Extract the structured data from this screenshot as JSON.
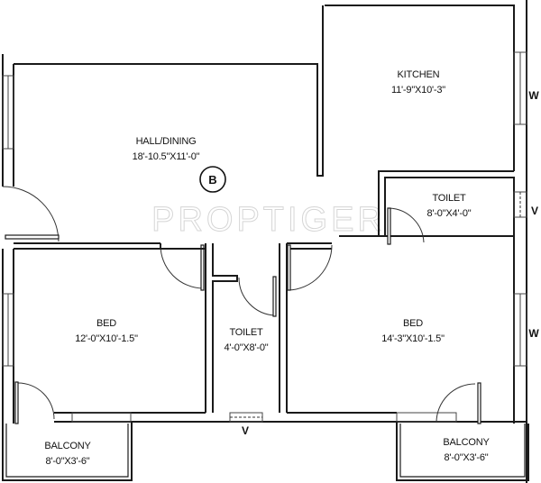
{
  "plan": {
    "watermark": "PROPTIGER",
    "unit_badge": "B",
    "rooms": [
      {
        "id": "hall",
        "name": "HALL/DINING",
        "size": "18'-10.5\"X11'-0\""
      },
      {
        "id": "kitchen",
        "name": "KITCHEN",
        "size": "11'-9\"X10'-3\""
      },
      {
        "id": "toilet-1",
        "name": "TOILET",
        "size": "8'-0\"X4'-0\""
      },
      {
        "id": "bed-1",
        "name": "BED",
        "size": "12'-0\"X10'-1.5\""
      },
      {
        "id": "toilet-2",
        "name": "TOILET",
        "size": "4'-0\"X8'-0\""
      },
      {
        "id": "bed-2",
        "name": "BED",
        "size": "14'-3\"X10'-1.5\""
      },
      {
        "id": "balcony-1",
        "name": "BALCONY",
        "size": "8'-0\"X3'-6\""
      },
      {
        "id": "balcony-2",
        "name": "BALCONY",
        "size": "8'-0\"X3'-6\""
      }
    ],
    "markers": {
      "window_kitchen": "W",
      "vent_toilet_1": "V",
      "window_bed_2": "W",
      "vent_toilet_2": "V"
    }
  }
}
